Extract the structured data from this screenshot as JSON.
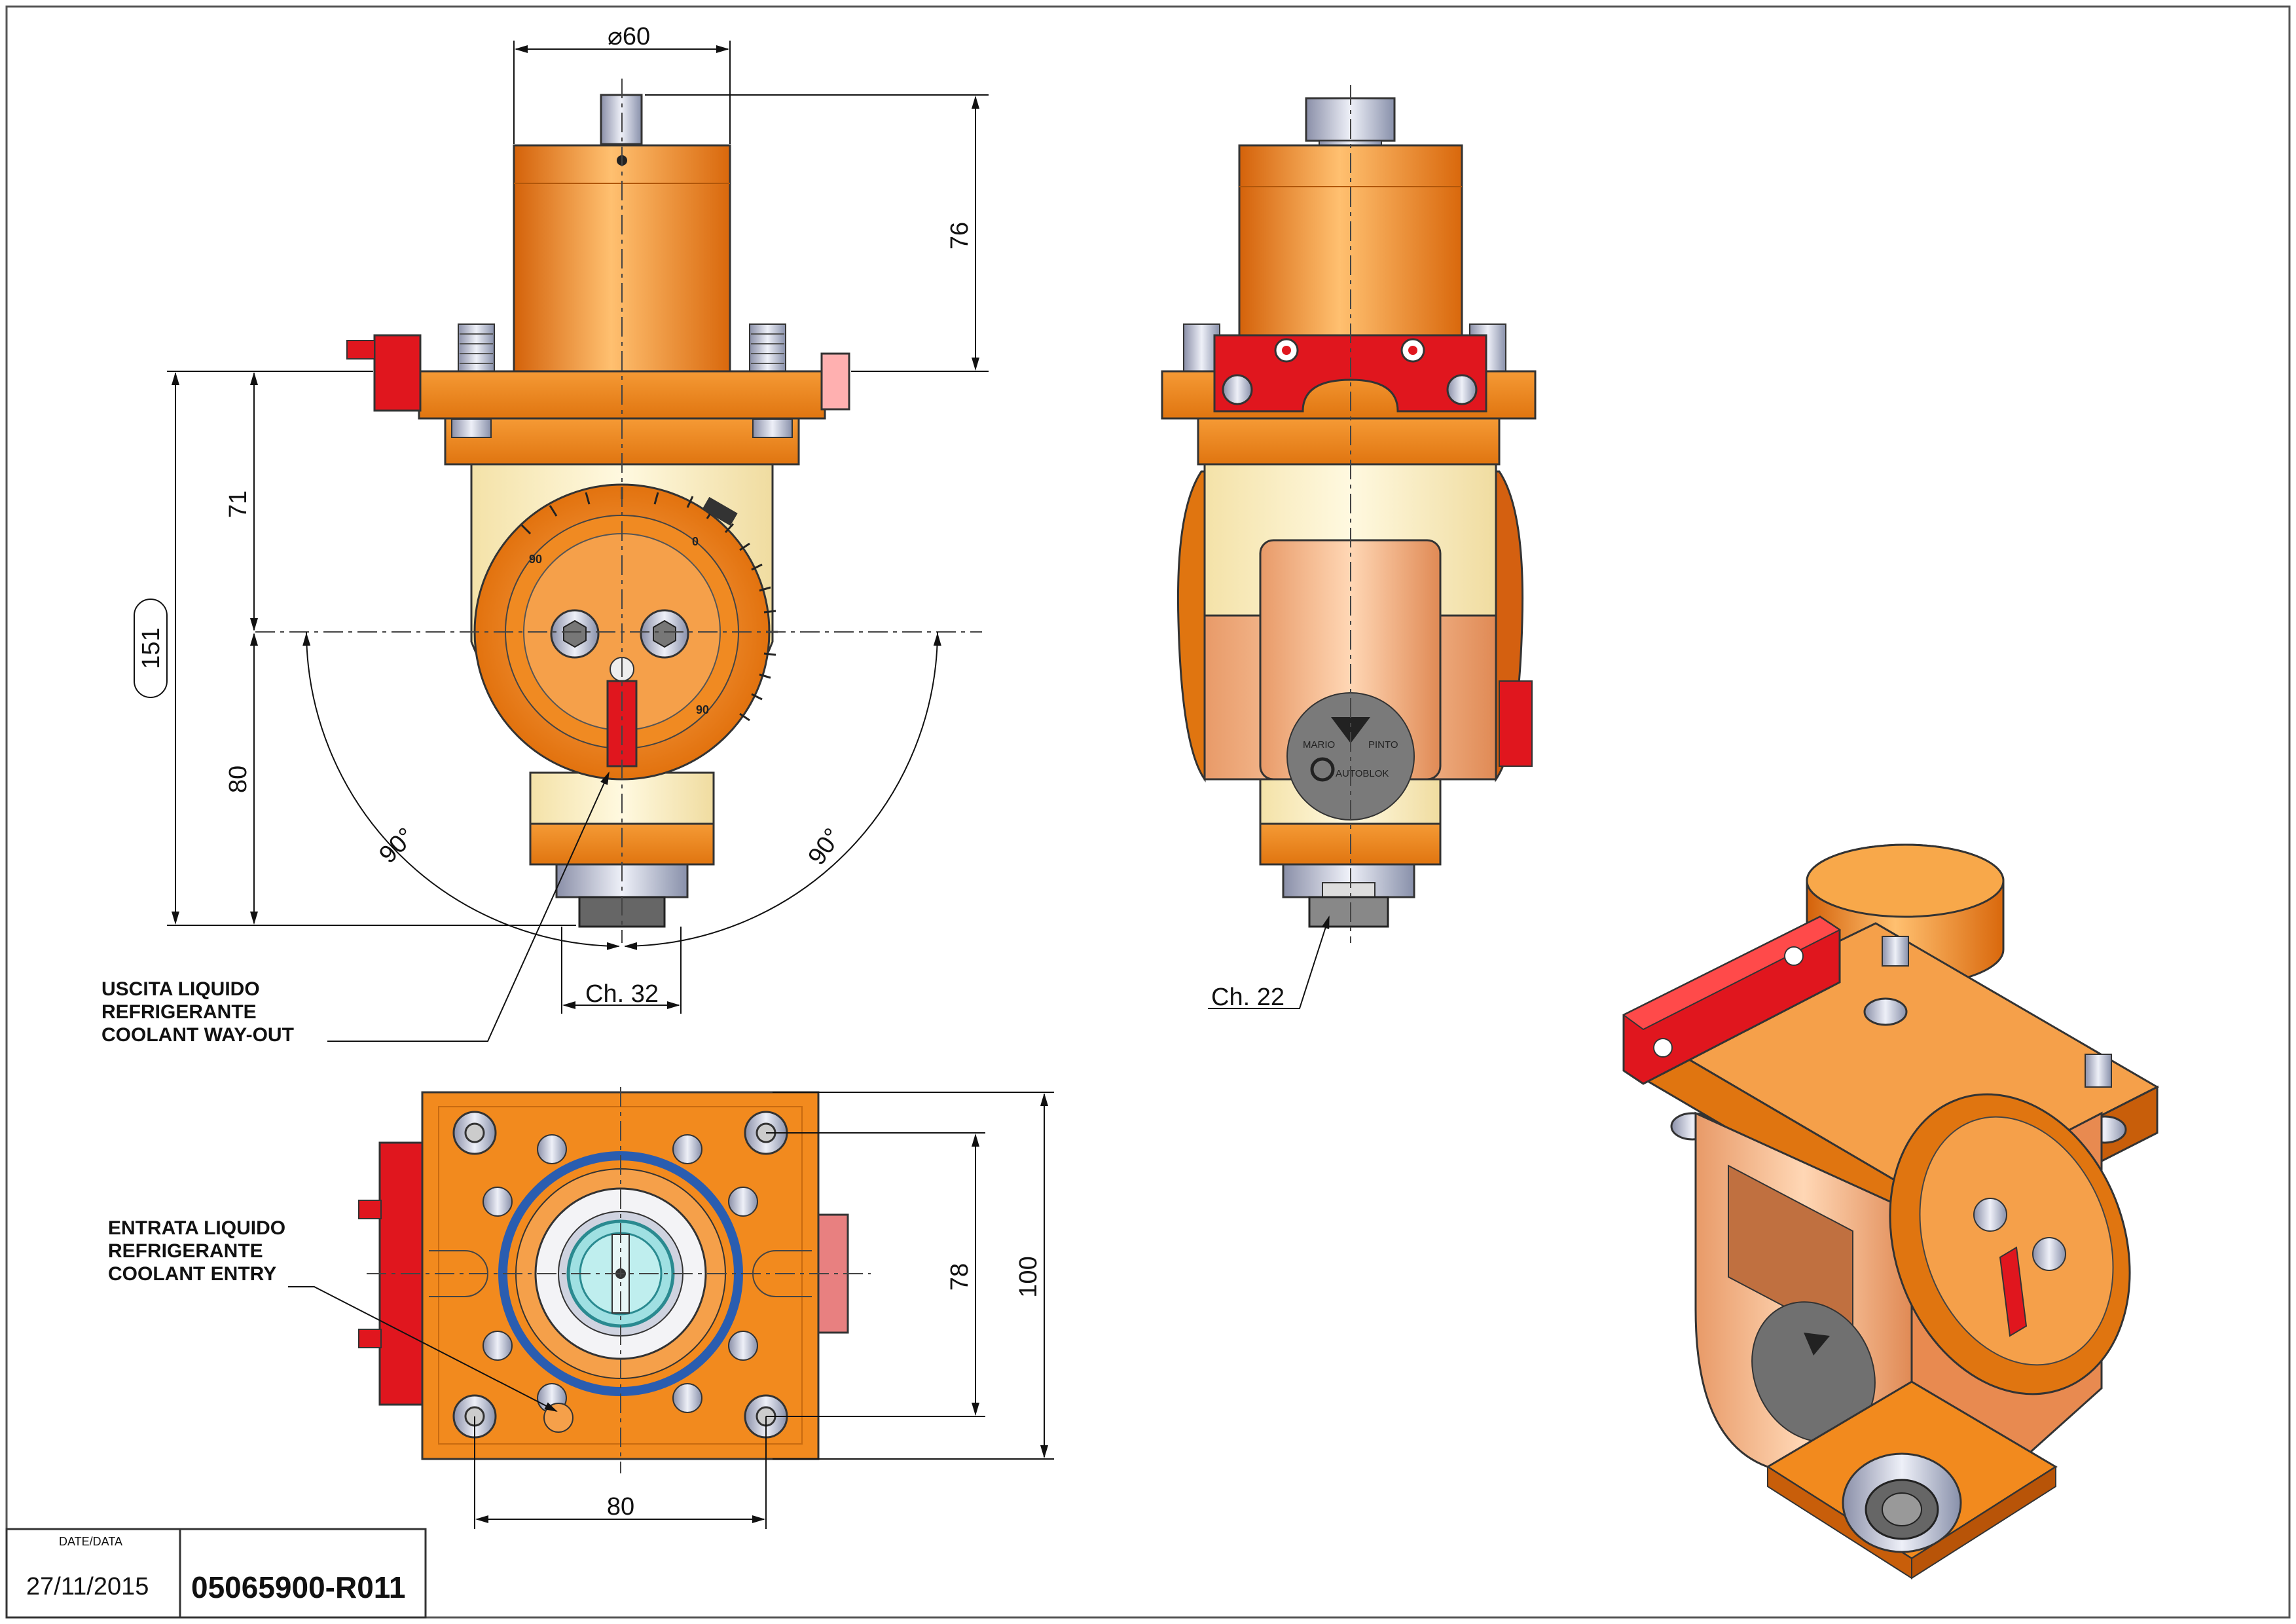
{
  "dimensions": {
    "diameter": "60",
    "height_top": "76",
    "height_mid": "71",
    "height_low": "80",
    "height_total": "151",
    "angle_left": "90°",
    "angle_right": "90°",
    "wrench_front": "Ch. 32",
    "wrench_side": "Ch. 22",
    "flange_width": "100",
    "bolt_spacing_v": "78",
    "bolt_spacing_h": "80"
  },
  "dial": {
    "mark_top_left": "90",
    "mark_top_right": "0",
    "mark_bottom": "90"
  },
  "notes": {
    "outlet": [
      "USCITA LIQUIDO",
      "REFRIGERANTE",
      "COOLANT WAY-OUT"
    ],
    "inlet": [
      "ENTRATA LIQUIDO",
      "REFRIGERANTE",
      "COOLANT ENTRY"
    ]
  },
  "logo": {
    "brand_top": "MARIO",
    "brand_top2": "PINTO",
    "brand_bottom": "AUTOBLOK"
  },
  "title_block": {
    "date_label": "DATE/DATA",
    "date": "27/11/2015",
    "code": "05065900-R011"
  },
  "colors": {
    "orange": "#f28a1e",
    "cream": "#fbf0c4",
    "red": "#e0161e",
    "blue": "#2a5db0"
  }
}
